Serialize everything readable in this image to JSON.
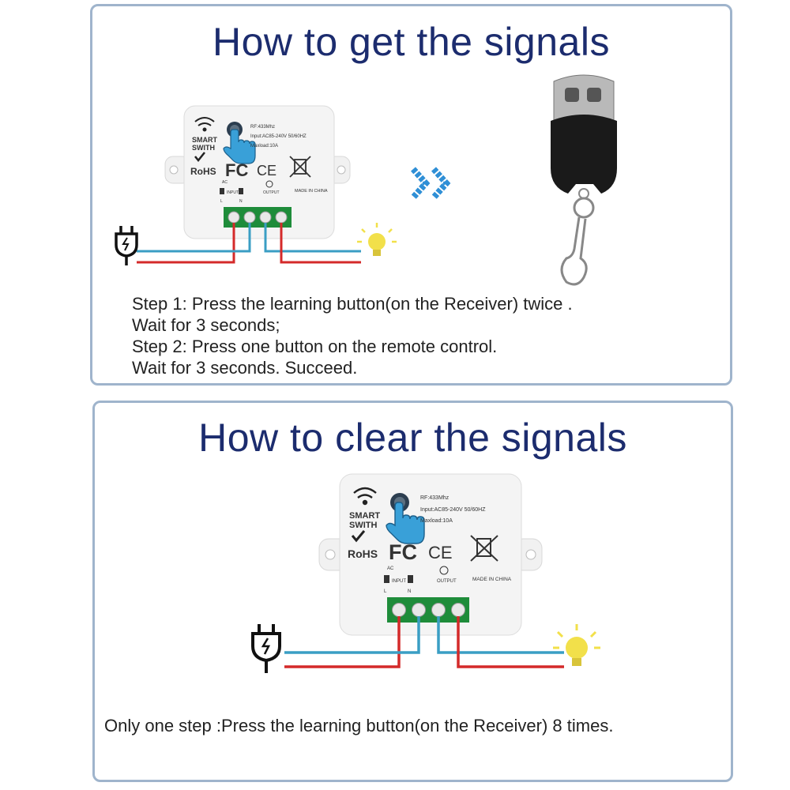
{
  "panels": {
    "get": {
      "title": "How to get the signals",
      "steps": [
        "Step 1: Press the learning button(on the Receiver) twice .",
        "Wait for 3 seconds;",
        "Step 2: Press one button on the remote control.",
        "Wait for 3 seconds. Succeed."
      ]
    },
    "clear": {
      "title": "How to clear the signals",
      "steps": [
        "Only one step :Press the learning button(on the Receiver) 8 times."
      ]
    }
  },
  "device": {
    "brand_line1": "SMART",
    "brand_line2": "SWITH",
    "rohs": "RoHS",
    "fc": "FC",
    "ce": "CE",
    "spec_rf": "RF:433Mhz",
    "spec_input": "Input:AC85-240V 50/60HZ",
    "spec_load": "Maxload:10A",
    "made_in": "MADE IN CHINA",
    "ac_label": "AC",
    "input_label": "INPUT",
    "output_label": "OUTPUT",
    "terminal_l": "L",
    "terminal_n": "N"
  },
  "colors": {
    "title": "#1c2c6e",
    "border": "#9fb4cc",
    "wire_red": "#d42a2a",
    "wire_blue": "#3a9ec4",
    "terminal_green": "#1e8c3a",
    "arrow_blue": "#2f8fd6",
    "bulb_yellow": "#f2e04a"
  },
  "icons": {
    "plug": "power-plug-icon",
    "bulb": "light-bulb-icon",
    "wifi": "wifi-icon",
    "hand": "pointing-hand-icon",
    "arrow": "double-chevron-right-icon",
    "remote": "remote-control-icon",
    "weee": "crossed-bin-icon"
  }
}
